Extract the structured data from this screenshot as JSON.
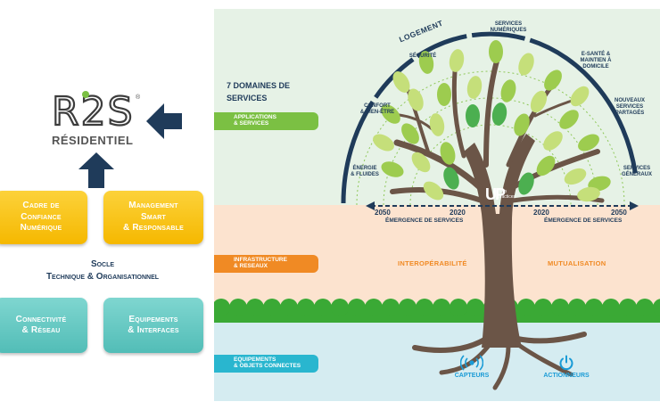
{
  "left": {
    "logo": {
      "main": "R2S",
      "sub": "RÉSIDENTIEL",
      "mark": "®"
    },
    "boxes": {
      "cadre": "Cadre de\nConfiance\nNumérique",
      "management": "Management\nSmart\n& Responsable",
      "connectivite": "Connectivité\n& Réseau",
      "equipements": "Equipements\n& Interfaces"
    },
    "socle": {
      "line1": "Socle",
      "line2": "Technique & Organisationnel"
    }
  },
  "right": {
    "domaines_title": "7 DOMAINES DE\nSERVICES",
    "pills": {
      "applications": "APPLICATIONS\n& SERVICES",
      "infrastructure": "INFRASTRUCTURE\n& RESEAUX",
      "equipements": "EQUIPEMENTS\n& OBJETS CONNECTES"
    },
    "arc_labels": {
      "logement": "LOGEMENT",
      "services_numeriques": "SERVICES\nNUMÉRIQUES",
      "securite": "SÉCURITÉ",
      "esante": "E-SANTÉ &\nMAINTIEN À\nDOMICILE",
      "confort": "CONFORT\n& BIEN-ÊTRE",
      "nouveaux": "NOUVEAUX\nSERVICES\nPARTAGÉS",
      "energie": "ÉNERGIE\n& FLUIDES",
      "generaux": "SERVICES\nGÉNÉRAUX"
    },
    "timeline": {
      "left_year_far": "2050",
      "left_year_near": "2020",
      "right_year_near": "2020",
      "right_year_far": "2050",
      "emergence_left": "ÉMERGENCE DE SERVICES",
      "emergence_right": "ÉMERGENCE DE SERVICES"
    },
    "middle": {
      "interop": "INTEROPÉRABILITÉ",
      "mutualisation": "MUTUALISATION"
    },
    "bottom": {
      "capteurs": "CAPTEURS",
      "actionneurs": "ACTIONNEURS"
    },
    "tree_logo": {
      "letters": "UP",
      "small": "rban\npractices"
    }
  },
  "colors": {
    "navy": "#1f3b5a",
    "green_pill": "#7bc043",
    "orange_pill": "#f08a24",
    "teal_pill": "#29b6cf",
    "sky_band": "#e6f2e6",
    "peach_band": "#fce3cf",
    "blue_band": "#d5ecf1",
    "yellow_box": "#f5b800",
    "teal_box": "#52bdb7"
  }
}
